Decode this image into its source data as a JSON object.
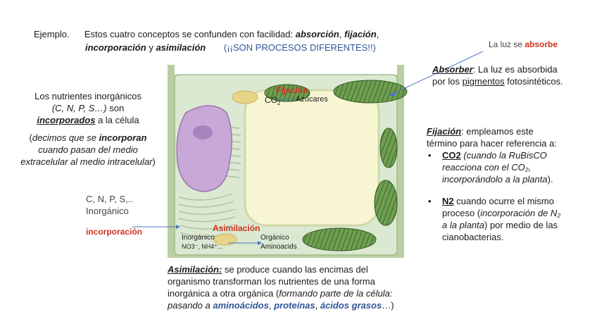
{
  "header": {
    "label": "Ejemplo.",
    "lead": "Estos cuatro conceptos se confunden con facilidad:",
    "term_absorcion": "absorción",
    "sep": ",",
    "term_fijacion": "fijación",
    "term_incorporacion": "incorporación",
    "y": "y",
    "term_asimilacion": "asimilación",
    "warning": "(¡¡SON PROCESOS DIFERENTES!!)"
  },
  "light_label": {
    "prefix": "La luz se",
    "word": "absorbe"
  },
  "absorber": {
    "term": "Absorber",
    "text1": ": La luz es absorbida",
    "text2a": "por los",
    "pigments": "pigmentos",
    "text2b": "fotosintéticos."
  },
  "nutrients": {
    "line1": "Los nutrientes inorgánicos",
    "line2": "(C, N, P, S…)",
    "line2b": "son",
    "incorporated": "incorporados",
    "line3b": "a la célula",
    "note_open": "(",
    "note_a": "decimos que se",
    "note_word": "incorporan",
    "note_line2": "cuando pasan del medio",
    "note_line3": "extracelular al medio intracelular",
    "note_close": ")"
  },
  "cnps": {
    "line1": "C, N, P, S,..",
    "line2": "Inorgánico",
    "incorporacion": "incorporación"
  },
  "cell": {
    "fijacion": "Fijación",
    "co2": "CO",
    "co2_sub": "2",
    "azucares": "Azúcares",
    "asimilacion": "Asimilación",
    "inorganico": "Inorgánico",
    "nitrate": "NO3⁻, NH4⁺...",
    "organico": "Orgánico",
    "aminoacids": "Aminoacids"
  },
  "fijacion": {
    "term": "Fijación",
    "text1": ": empleamos este",
    "text2": "término para hacer referencia a:",
    "b1_term": "CO2",
    "b1_l1": "(cuando la RuBisCO",
    "b1_l2": "reacciona con el CO₂,",
    "b1_l3": "incorporándolo a la planta",
    "b1_end": ").",
    "b2_term": "N2",
    "b2_l1": "cuando ocurre el mismo",
    "b2_l2a": "proceso (",
    "b2_l2i": "incorporación de N₂",
    "b2_l3i": "a la planta",
    "b2_l3b": ") por medio de las",
    "b2_l4": "cianobacterias."
  },
  "asimilacion": {
    "term": "Asimilación:",
    "l1": "se produce cuando las encimas del",
    "l2": "organismo transforman los nutrientes de una forma",
    "l3a": "inorgánica a otra orgánica (",
    "l3i": "formando parte de la célula:",
    "l4a": "pasando a",
    "aminoacidos": "aminoácidos",
    "c1": ",",
    "proteinas": "proteínas",
    "c2": ",",
    "acidos": "ácidos grasos",
    "end": "…)"
  },
  "colors": {
    "red": "#d0311f",
    "blue": "#2f5597",
    "cell_wall": "#b9cfa2",
    "cytoplasm": "#dbe8d2",
    "vacuole": "#f7f5d2",
    "nucleus": "#c7a8d6",
    "chloroplast": "#5b8c3f"
  }
}
